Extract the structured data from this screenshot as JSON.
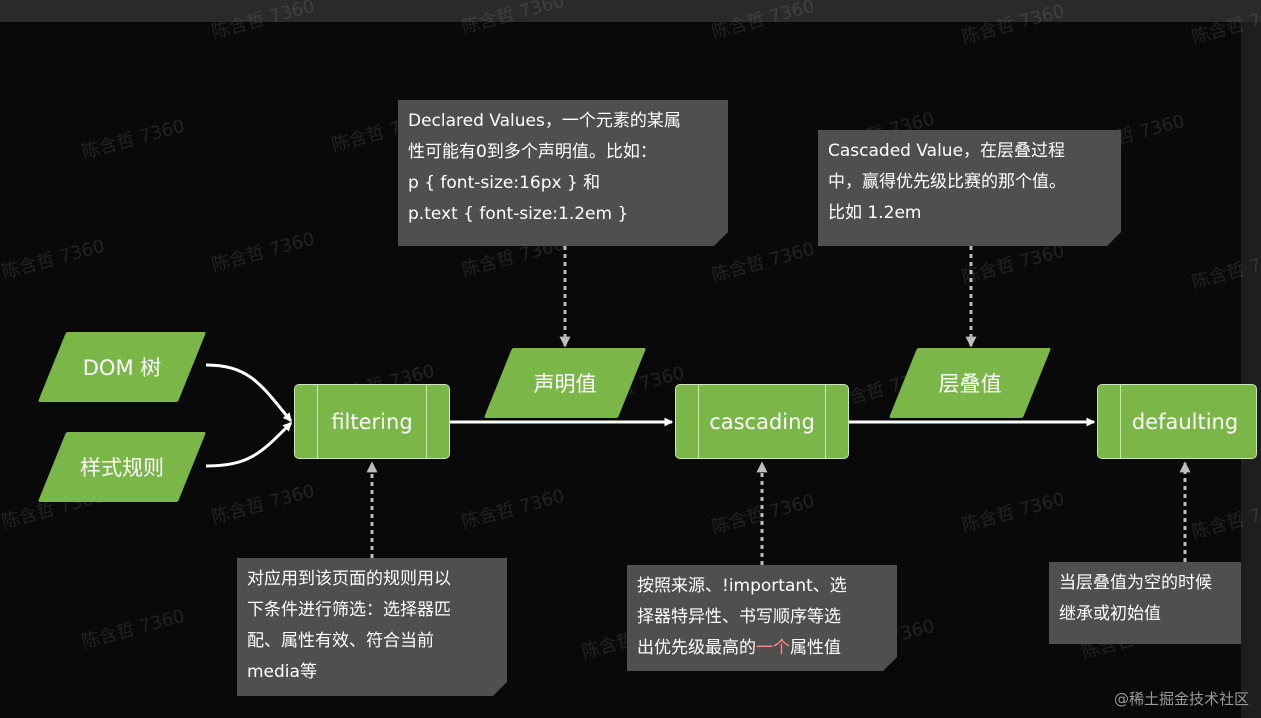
{
  "nodes": {
    "dom_tree": "DOM 树",
    "style_rules": "样式规则",
    "filtering": "filtering",
    "declared": "声明值",
    "cascading": "cascading",
    "cascaded": "层叠值",
    "defaulting": "defaulting"
  },
  "notes": {
    "declared_lines": [
      "Declared Values，一个元素的某属",
      "性可能有0到多个声明值。比如：",
      "p { font-size:16px } 和",
      "p.text { font-size:1.2em }"
    ],
    "cascaded_lines": [
      "Cascaded Value，在层叠过程",
      "中，赢得优先级比赛的那个值。",
      "比如 1.2em"
    ],
    "filtering_lines": [
      "对应用到该页面的规则用以",
      "下条件进行筛选：选择器匹",
      "配、属性有效、符合当前",
      "media等"
    ],
    "cascading_line1": "按照来源、!important、选",
    "cascading_line2": "择器特异性、书写顺序等选",
    "cascading_line3_pre": "出优先级最高的",
    "cascading_line3_hl": "一个",
    "cascading_line3_post": "属性值",
    "defaulting_lines": [
      "当层叠值为空的时候",
      "继承或初始值"
    ]
  },
  "watermark": "陈含哲 7360",
  "credit": "@稀土掘金技术社区",
  "colors": {
    "node_fill": "#7ab648",
    "node_border": "#cfe6b4",
    "note_fill": "#4f4f4f",
    "canvas": "#090909",
    "highlight": "#ff8a8a"
  }
}
